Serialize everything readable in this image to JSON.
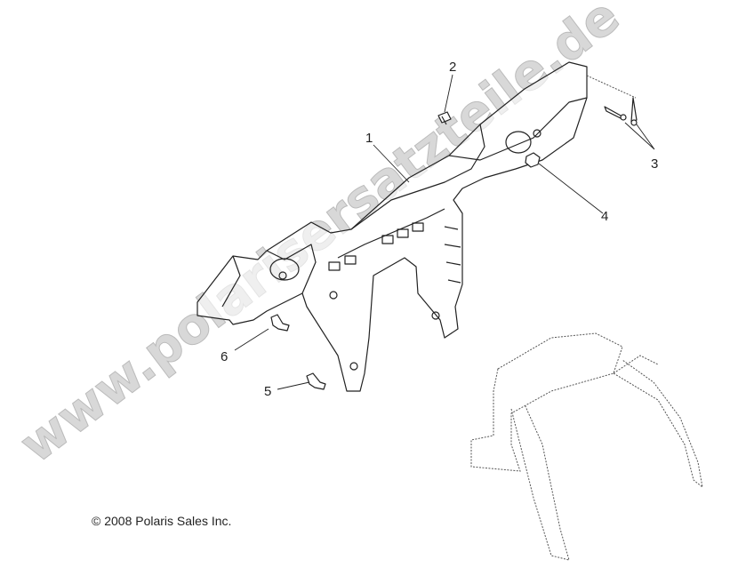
{
  "diagram": {
    "callouts": [
      "1",
      "2",
      "3",
      "4",
      "5",
      "6"
    ],
    "copyright": "© 2008 Polaris Sales Inc.",
    "watermark": "www.polarisersatzteile.de"
  }
}
